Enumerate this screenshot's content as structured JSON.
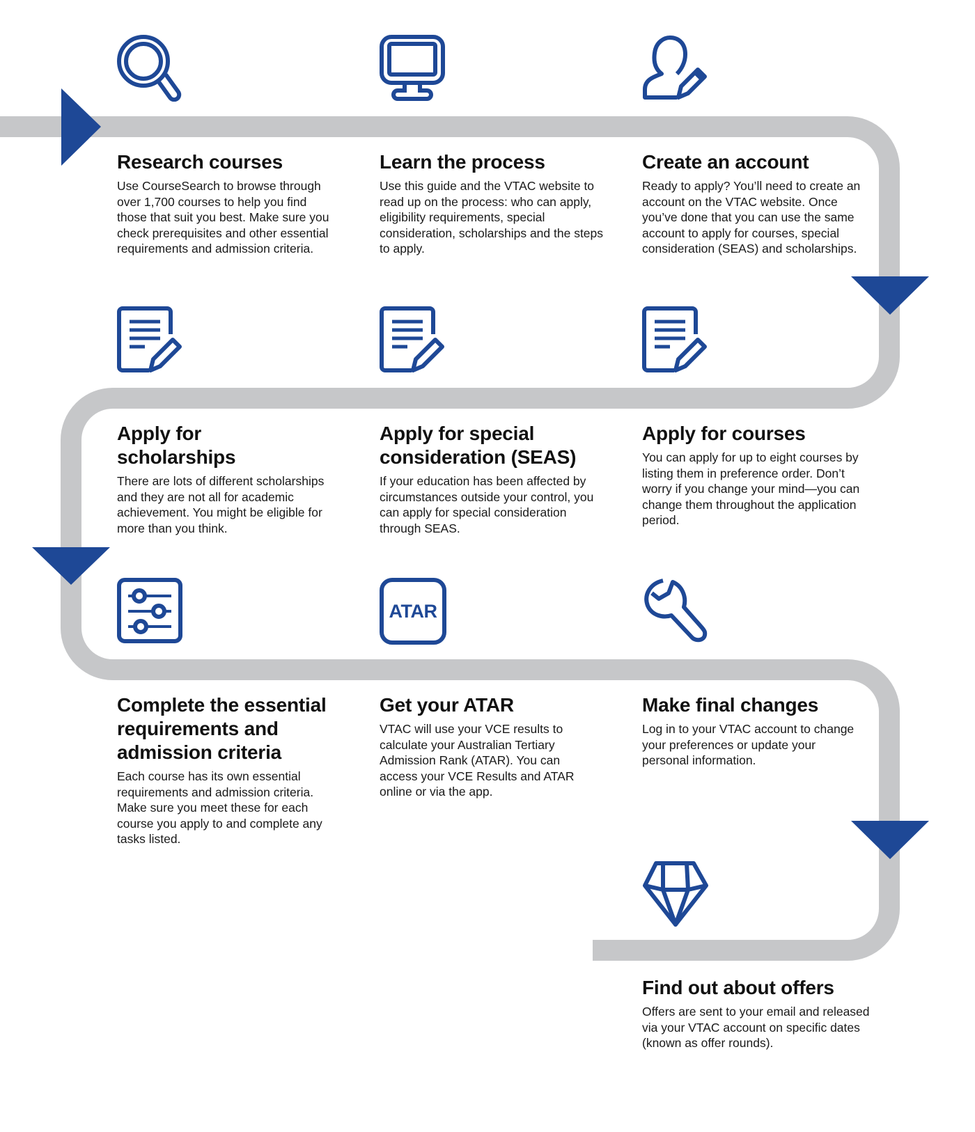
{
  "colors": {
    "accent": "#1e4896",
    "path": "#c6c7c9",
    "text": "#111111"
  },
  "steps": [
    {
      "icon": "magnifier-icon",
      "title": "Research courses",
      "body": "Use CourseSearch to browse through over 1,700 courses to help you find those that suit you best. Make sure you check prerequisites and other essential requirements and admission criteria."
    },
    {
      "icon": "monitor-icon",
      "title": "Learn the process",
      "body": "Use this guide and the VTAC website to read up on the process: who can apply, eligibility requirements, special consideration, scholarships and the steps to apply."
    },
    {
      "icon": "user-edit-icon",
      "title": "Create an account",
      "body": "Ready to apply? You’ll need to create an account on the VTAC website. Once you’ve done that you can use the same account to apply for courses, special consideration (SEAS) and scholarships."
    },
    {
      "icon": "document-edit-icon",
      "title": "Apply for scholarships",
      "body": "There are lots of different scholarships and they are not all for academic achievement. You might be eligible for more than you think."
    },
    {
      "icon": "document-edit-icon",
      "title": "Apply for special consideration (SEAS)",
      "body": "If your education has been affected by circumstances outside your control, you can apply for special consideration through SEAS."
    },
    {
      "icon": "document-edit-icon",
      "title": "Apply for courses",
      "body": "You can apply for up to eight courses by listing them in preference order. Don’t worry if you change your mind—you can change them throughout the application period."
    },
    {
      "icon": "sliders-icon",
      "title": "Complete the essential requirements and admission criteria",
      "body": "Each course has its own essential requirements and admission criteria. Make sure you meet these for each course you apply to and complete any tasks listed."
    },
    {
      "icon": "atar-icon",
      "icon_text": "ATAR",
      "title": "Get your ATAR",
      "body": "VTAC will use your VCE results to calculate your Australian Tertiary Admission Rank (ATAR). You can access your VCE Results and ATAR online or via the app."
    },
    {
      "icon": "wrench-icon",
      "title": "Make final changes",
      "body": "Log in to your VTAC account to change your preferences or update your personal information."
    },
    {
      "icon": "diamond-icon",
      "title": "Find out about offers",
      "body": "Offers are sent to your email and released via your VTAC account on specific dates (known as offer rounds)."
    }
  ]
}
